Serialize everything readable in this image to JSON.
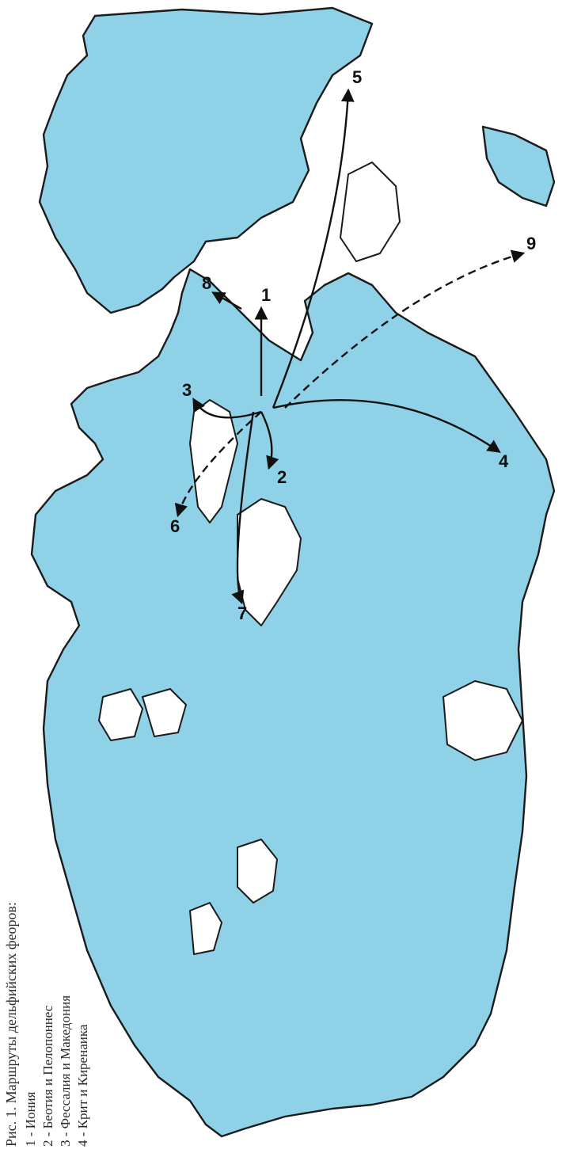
{
  "map": {
    "colors": {
      "sea": "#8fd1e6",
      "land": "#ffffff",
      "ink": "#111111"
    },
    "route_labels": [
      {
        "id": "1",
        "text": "1"
      },
      {
        "id": "2",
        "text": "2"
      },
      {
        "id": "3",
        "text": "3"
      },
      {
        "id": "4",
        "text": "4"
      },
      {
        "id": "5",
        "text": "5"
      },
      {
        "id": "6",
        "text": "6"
      },
      {
        "id": "7",
        "text": "7"
      },
      {
        "id": "8",
        "text": "8"
      },
      {
        "id": "9",
        "text": "9"
      }
    ]
  },
  "caption": {
    "title": "Рис. 1. Маршруты дельфийских феоров:",
    "items": [
      "1 - Иония",
      "2 - Беотия и Пелопоннес",
      "3 - Фессалия и Македония",
      "4 - Крит и Киренаика"
    ]
  }
}
